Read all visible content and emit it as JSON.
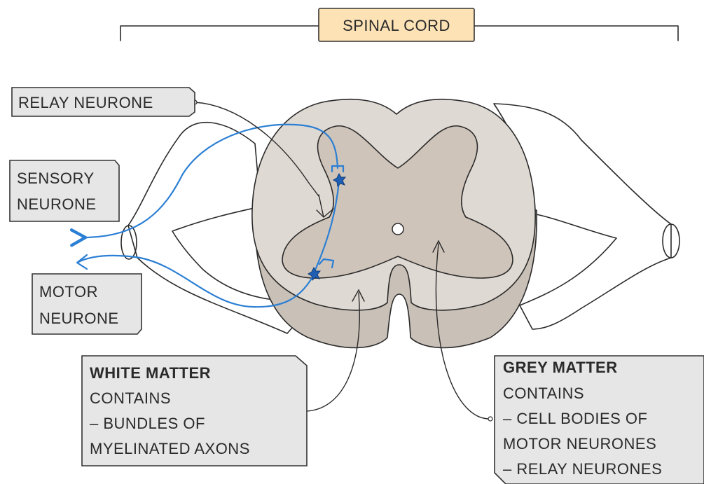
{
  "title": "SPINAL CORD",
  "colors": {
    "white_matter": "#dfd9d3",
    "white_matter_shadow": "#c9c0b7",
    "grey_matter": "#cfc4ba",
    "nerve": "#ffffff",
    "neuron": "#2b7fd4",
    "cell_body": "#1f5fb3",
    "label_box": "#e6e6e6",
    "title_box": "#fde2b6"
  },
  "labels": {
    "relay": "RELAY NEURONE",
    "sensory": [
      "SENSORY",
      "NEURONE"
    ],
    "motor": [
      "MOTOR",
      "NEURONE"
    ],
    "white_matter": {
      "heading": "WHITE MATTER",
      "lines": [
        "CONTAINS",
        "– BUNDLES OF",
        "MYELINATED AXONS"
      ]
    },
    "grey_matter": {
      "heading": "GREY MATTER",
      "lines": [
        "CONTAINS",
        "– CELL BODIES OF",
        "MOTOR NEURONES",
        "– RELAY NEURONES"
      ]
    }
  }
}
